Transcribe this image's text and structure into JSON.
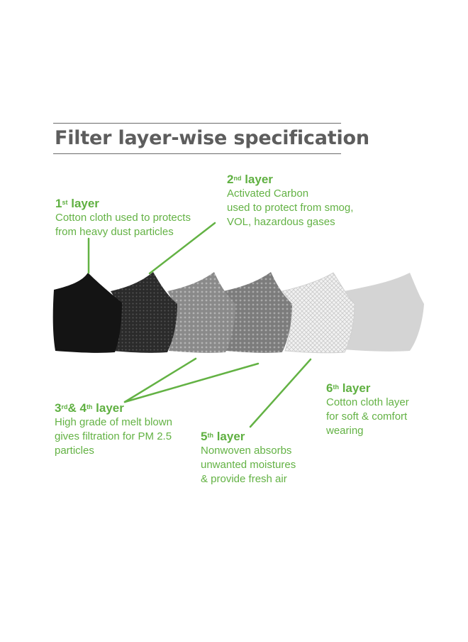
{
  "title": "Filter layer-wise specification",
  "colors": {
    "accent": "#63b244",
    "title": "#5d5d5d"
  },
  "layers": [
    {
      "num": "1",
      "sup": "st",
      "name": "layer",
      "lines": [
        "Cotton cloth used to protects",
        "from heavy dust particles"
      ]
    },
    {
      "num": "2",
      "sup": "nd",
      "name": "layer",
      "lines": [
        "Activated Carbon",
        "used to protect from smog,",
        "VOL, hazardous gases"
      ]
    },
    {
      "num": "3",
      "sup": "rd",
      "mid": "& 4",
      "sup2": "th",
      "name": "layer",
      "lines": [
        "High grade of melt blown",
        "gives filtration for PM 2.5",
        "particles"
      ]
    },
    {
      "num": "5",
      "sup": "th",
      "name": "layer",
      "lines": [
        "Nonwoven absorbs",
        "unwanted moistures",
        "& provide fresh air"
      ]
    },
    {
      "num": "6",
      "sup": "th",
      "name": "layer",
      "lines": [
        "Cotton cloth layer",
        "for soft & comfort",
        "wearing"
      ]
    }
  ]
}
